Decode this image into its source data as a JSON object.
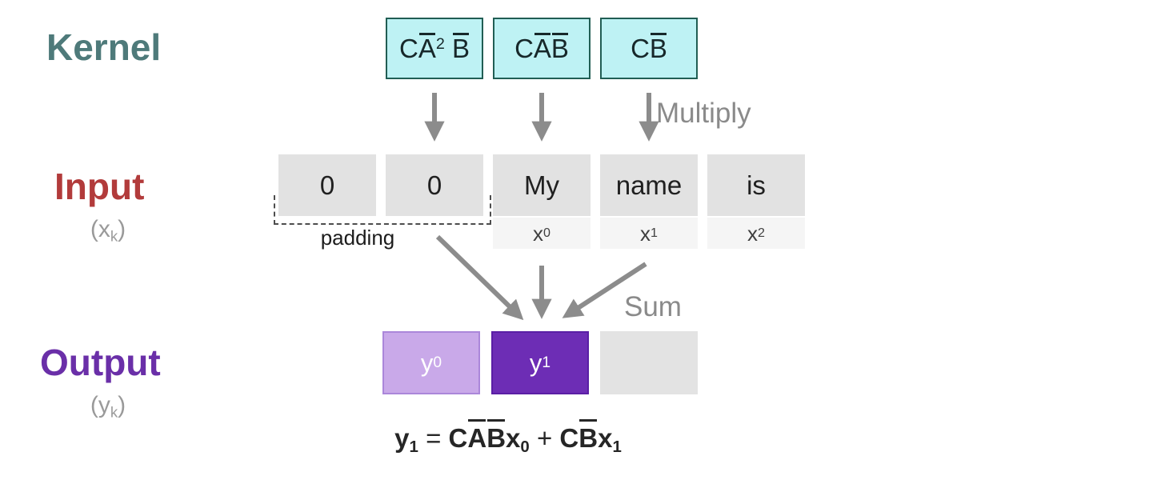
{
  "colors": {
    "kernel_box_fill": "#bef2f4",
    "kernel_box_border": "#215e54",
    "kernel_label": "#4e7a7a",
    "input_label": "#b23b3b",
    "output_label": "#6a2fa8",
    "input_cell_gray": "#e2e2e2",
    "index_cell_gray": "#f5f5f5",
    "y0_fill": "#c9a9e9",
    "y1_fill": "#6d2db5",
    "empty_output_gray": "#e3e3e3",
    "arrow_gray": "#8c8c8c",
    "muted_text": "#9a9a9a"
  },
  "kernel": {
    "label": "Kernel",
    "boxes": [
      {
        "parts": [
          {
            "t": "C"
          },
          {
            "t": "A",
            "bar": 1
          },
          {
            "t": "2",
            "sup": 1
          },
          {
            "t": " "
          },
          {
            "t": "B",
            "bar": 1
          }
        ]
      },
      {
        "parts": [
          {
            "t": "C"
          },
          {
            "t": "A",
            "bar": 1
          },
          {
            "t": "B",
            "bar": 1
          }
        ]
      },
      {
        "parts": [
          {
            "t": "C"
          },
          {
            "t": "B",
            "bar": 1
          }
        ]
      }
    ]
  },
  "labels": {
    "multiply": "Multiply",
    "sum": "Sum"
  },
  "input": {
    "label": "Input",
    "sublabel_parts": [
      {
        "t": "(x"
      },
      {
        "t": "k",
        "sub": 1
      },
      {
        "t": ")"
      }
    ],
    "cells": [
      "0",
      "0",
      "My",
      "name",
      "is"
    ],
    "index_labels": [
      {
        "parts": [
          {
            "t": "x"
          },
          {
            "t": "0",
            "sub": 1
          }
        ]
      },
      {
        "parts": [
          {
            "t": "x"
          },
          {
            "t": "1",
            "sub": 1
          }
        ]
      },
      {
        "parts": [
          {
            "t": "x"
          },
          {
            "t": "2",
            "sub": 1
          }
        ]
      }
    ],
    "padding_label": "padding"
  },
  "output": {
    "label": "Output",
    "sublabel_parts": [
      {
        "t": "(y"
      },
      {
        "t": "k",
        "sub": 1
      },
      {
        "t": ")"
      }
    ],
    "cells": [
      {
        "parts": [
          {
            "t": "y"
          },
          {
            "t": "0",
            "sub": 1
          }
        ]
      },
      {
        "parts": [
          {
            "t": "y"
          },
          {
            "t": "1",
            "sub": 1
          }
        ]
      },
      {
        "parts": []
      }
    ]
  },
  "equation": {
    "parts": [
      {
        "t": "y"
      },
      {
        "t": "1",
        "sub": 1
      },
      {
        "t": " = ",
        "op": 1
      },
      {
        "t": "C"
      },
      {
        "t": "A",
        "bar": 1
      },
      {
        "t": "B",
        "bar": 1
      },
      {
        "t": "x"
      },
      {
        "t": "0",
        "sub": 1
      },
      {
        "t": " + ",
        "op": 1
      },
      {
        "t": "C"
      },
      {
        "t": "B",
        "bar": 1
      },
      {
        "t": "x"
      },
      {
        "t": "1",
        "sub": 1
      }
    ]
  }
}
